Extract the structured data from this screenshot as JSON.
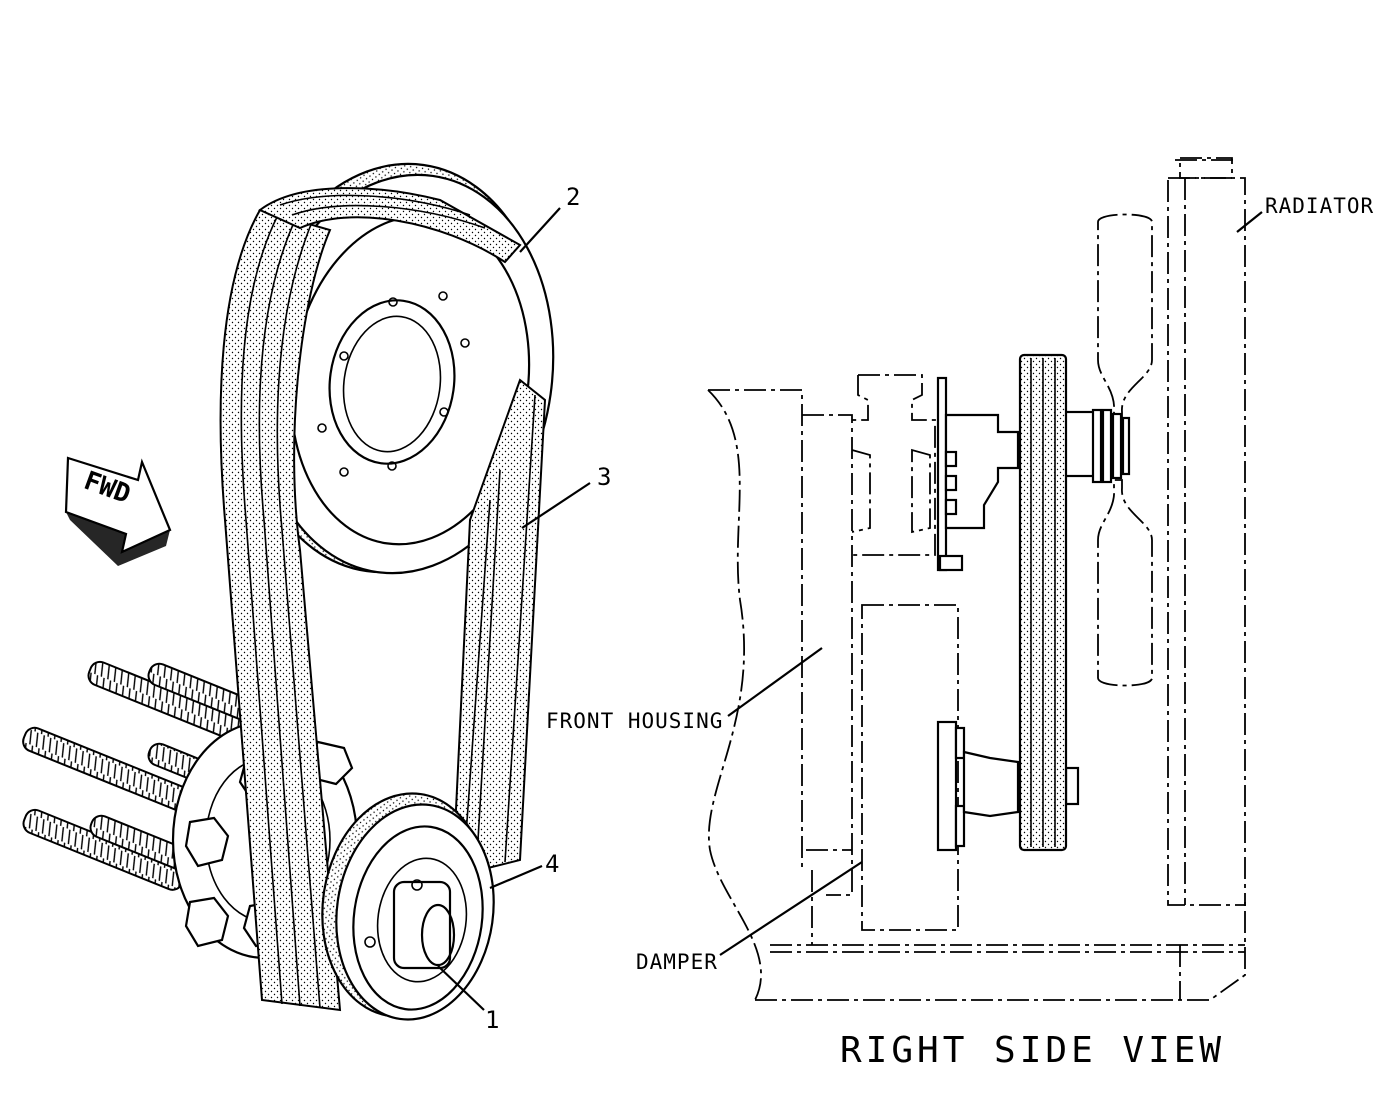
{
  "diagram": {
    "pointer": "FWD",
    "callouts": {
      "c1": "1",
      "c2": "2",
      "c3": "3",
      "c4": "4"
    },
    "labels": {
      "radiator": "RADIATOR",
      "front_housing": "FRONT HOUSING",
      "damper": "DAMPER"
    },
    "view_title": "RIGHT SIDE VIEW"
  }
}
